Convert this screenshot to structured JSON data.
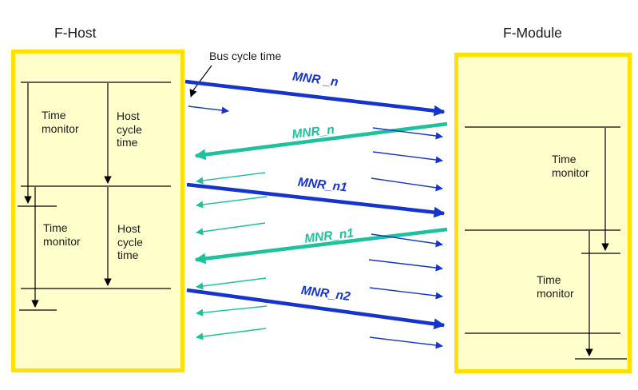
{
  "diagram": {
    "host": {
      "title": "F-Host",
      "sections": [
        {
          "time_monitor": "Time monitor",
          "cycle": "Host cycle time"
        },
        {
          "time_monitor": "Time monitor",
          "cycle": "Host cycle time"
        }
      ]
    },
    "module": {
      "title": "F-Module",
      "sections": [
        {
          "time_monitor": "Time monitor"
        },
        {
          "time_monitor": "Time monitor"
        }
      ]
    },
    "annotations": {
      "bus_cycle": "Bus cycle time"
    },
    "messages": {
      "host_to_module": [
        {
          "label": "MNR _n"
        },
        {
          "label": "MNR_n1"
        },
        {
          "label": "MNR_n2"
        }
      ],
      "module_to_host": [
        {
          "label": "MNR_n"
        },
        {
          "label": "MNR_n1"
        }
      ]
    },
    "colors": {
      "host_to_module_arrow": "#1434cd",
      "module_to_host_arrow": "#1cc29c",
      "box_border": "#ffe103",
      "box_fill": "#ffffcc",
      "structure_line": "#000000",
      "text_color": "#1a1a1a"
    }
  }
}
